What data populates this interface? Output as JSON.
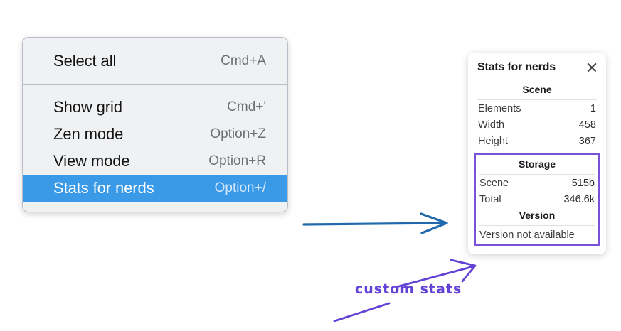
{
  "context_menu": {
    "groups": [
      {
        "items": [
          {
            "label": "Select all",
            "shortcut": "Cmd+A",
            "highlighted": false
          }
        ]
      },
      {
        "items": [
          {
            "label": "Show grid",
            "shortcut": "Cmd+'",
            "highlighted": false
          },
          {
            "label": "Zen mode",
            "shortcut": "Option+Z",
            "highlighted": false
          },
          {
            "label": "View mode",
            "shortcut": "Option+R",
            "highlighted": false
          },
          {
            "label": "Stats for nerds",
            "shortcut": "Option+/",
            "highlighted": true
          }
        ]
      }
    ],
    "highlight_color": "#3a9ae8",
    "background_color": "#f0f1f3"
  },
  "stats_panel": {
    "title": "Stats for nerds",
    "close_icon": "close-icon",
    "sections": [
      {
        "heading": "Scene",
        "rows": [
          {
            "name": "Elements",
            "value": "1"
          },
          {
            "name": "Width",
            "value": "458"
          },
          {
            "name": "Height",
            "value": "367"
          }
        ]
      },
      {
        "heading": "Storage",
        "rows": [
          {
            "name": "Scene",
            "value": "515b"
          },
          {
            "name": "Total",
            "value": "346.6k"
          }
        ]
      },
      {
        "heading": "Version",
        "note": "Version not available"
      }
    ],
    "highlight_box_color": "#7a52d8"
  },
  "annotations": {
    "arrow_menu_to_panel_color": "#2169ad",
    "custom_stats_label": "custom stats",
    "custom_stats_color": "#6242d6"
  }
}
